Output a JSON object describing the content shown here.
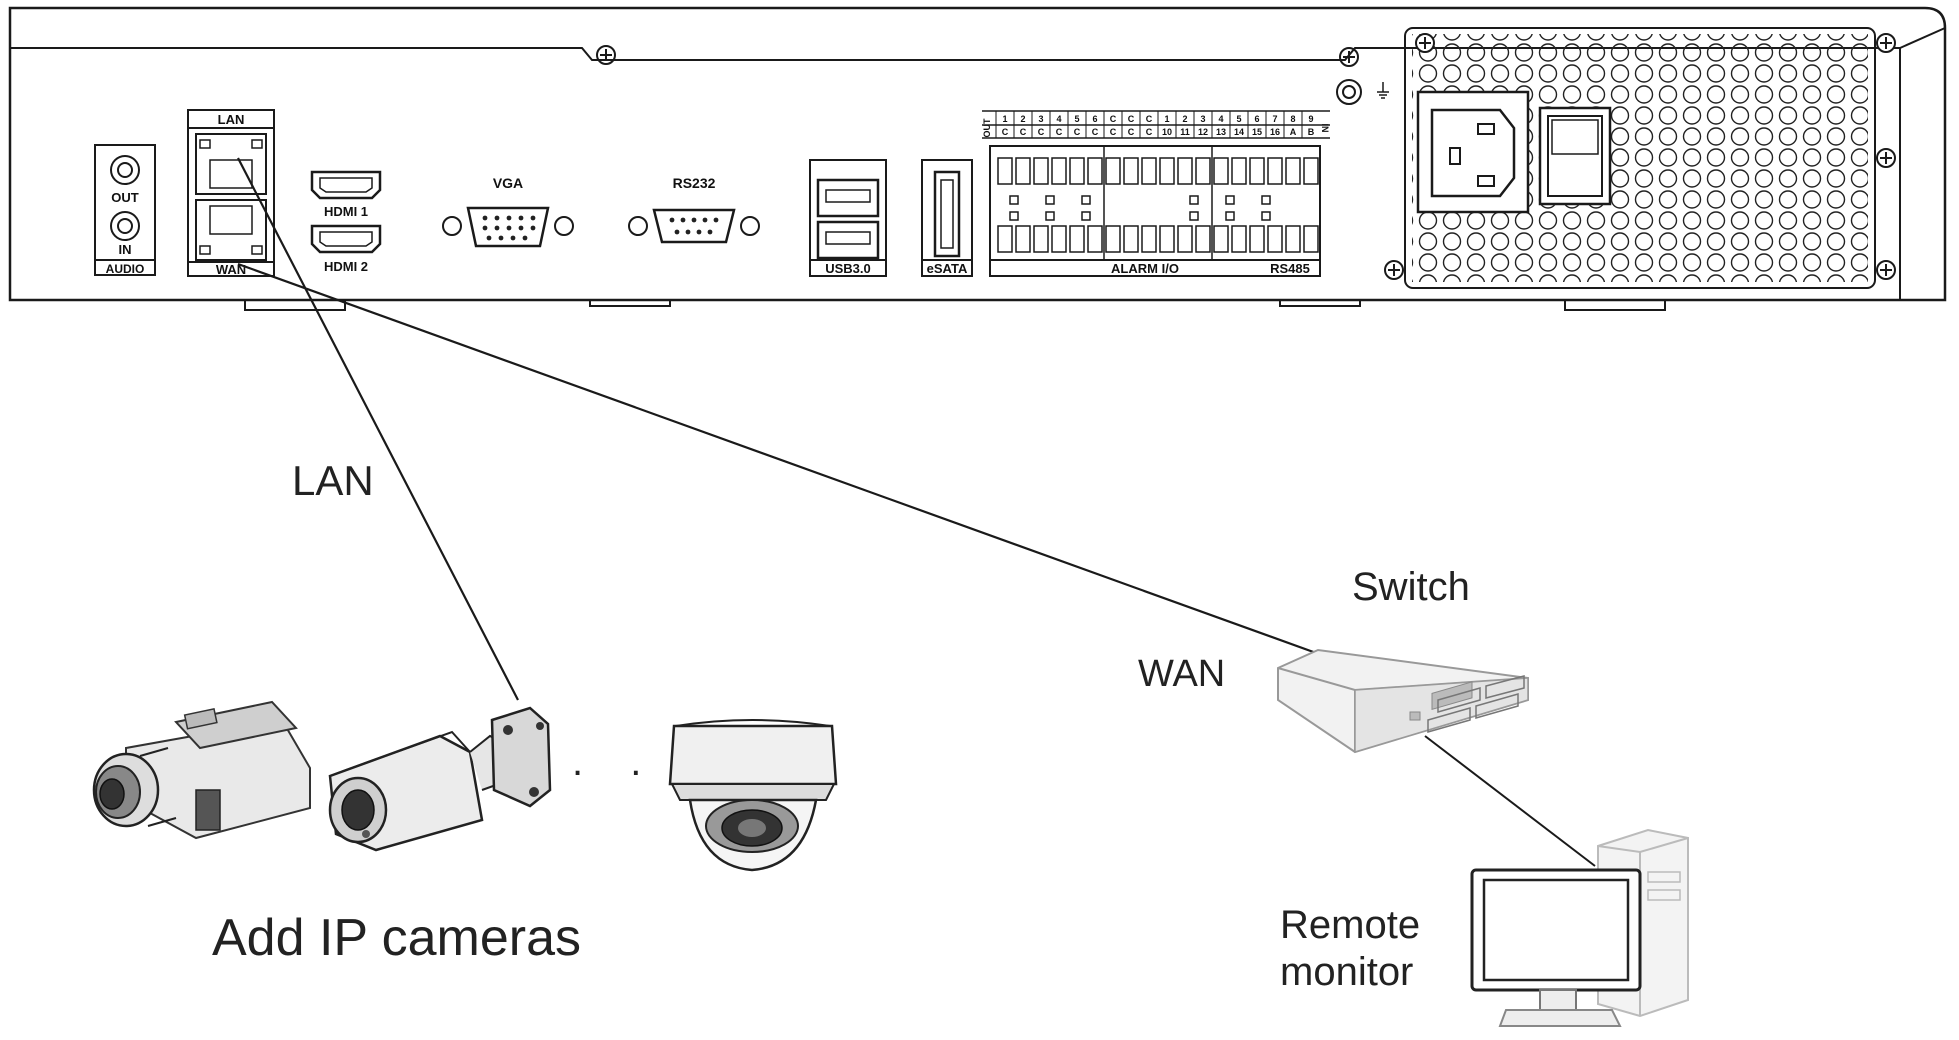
{
  "panel": {
    "audio": {
      "out": "OUT",
      "in": "IN",
      "label": "AUDIO"
    },
    "net": {
      "lan": "LAN",
      "wan": "WAN"
    },
    "hdmi1": "HDMI 1",
    "hdmi2": "HDMI 2",
    "vga": "VGA",
    "rs232": "RS232",
    "usb": "USB3.0",
    "esata": "eSATA",
    "alarm": {
      "out_label": "OUT",
      "in_label": "IN",
      "top_row": [
        "1",
        "2",
        "3",
        "4",
        "5",
        "6",
        "C",
        "C",
        "C",
        "1",
        "2",
        "3",
        "4",
        "5",
        "6",
        "7",
        "8",
        "9"
      ],
      "bottom_row": [
        "C",
        "C",
        "C",
        "C",
        "C",
        "C",
        "C",
        "C",
        "C",
        "10",
        "11",
        "12",
        "13",
        "14",
        "15",
        "16",
        "A",
        "B"
      ],
      "name": "ALARM I/O",
      "rs485": "RS485"
    }
  },
  "diagram": {
    "lan_label": "LAN",
    "wan_label": "WAN",
    "switch_label": "Switch",
    "cameras_label": "Add IP cameras",
    "remote_line1": "Remote",
    "remote_line2": "monitor",
    "dots": ". . . ."
  }
}
